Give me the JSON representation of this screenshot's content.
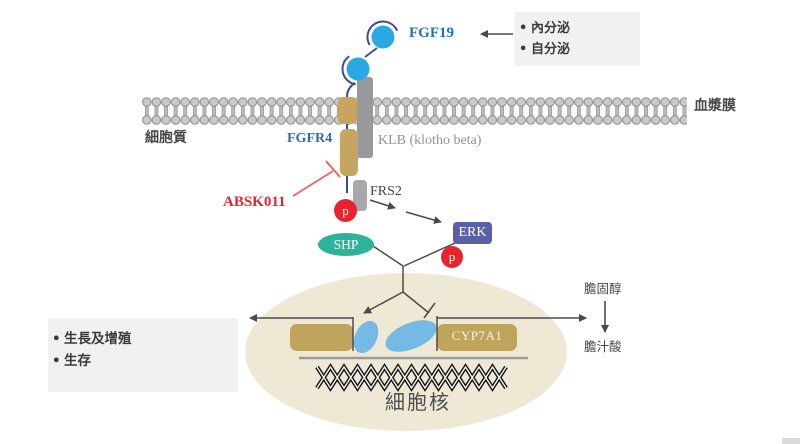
{
  "labels": {
    "fgf19": "FGF19",
    "plasma_membrane": "血漿膜",
    "cytoplasm": "細胞質",
    "fgfr4": "FGFR4",
    "klb": "KLB (klotho beta)",
    "frs2": "FRS2",
    "absk011": "ABSK011",
    "phospho": "p",
    "shp": "SHP",
    "erk": "ERK",
    "cyp7a1": "CYP7A1",
    "nucleus": "細胞核",
    "cholesterol": "膽固醇",
    "bile_acid": "膽汁酸"
  },
  "secretion_box": {
    "items": [
      "內分泌",
      "自分泌"
    ]
  },
  "outputs_box": {
    "items": [
      "生長及增殖",
      "生存"
    ]
  },
  "colors": {
    "ligand_blue": "#29a9e1",
    "navy_stalk": "#3c4a99",
    "fgf19_text": "#1c74bb",
    "inhibitor_red": "#e8232e",
    "inhibit_line": "#f0625c",
    "shp_teal": "#2eb39b",
    "erk_indigo": "#5a60a5",
    "receptor_tan": "#c5a55f",
    "gene_box_tan": "#bfa45c",
    "klb_gray": "#97999c",
    "frs2_gray": "#a6a8ab",
    "nucleus_beige": "#eee8d5",
    "membrane_gray": "#c9c9c9",
    "arrow_gray": "#4a4a4c",
    "infobox_bg": "#f1f1f2",
    "tf_ellipse_blue": "#74bae4"
  }
}
